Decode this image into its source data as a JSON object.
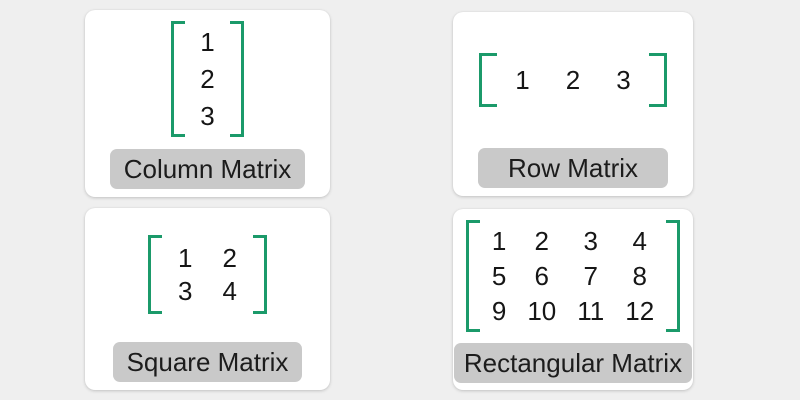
{
  "colors": {
    "page-bg": "#efefef",
    "card-bg": "#ffffff",
    "bracket": "#1b9a6a",
    "label-bg": "#c9c9c9",
    "label-text": "#1c1c1c",
    "number-text": "#161616"
  },
  "cards": [
    {
      "label": "Column Matrix",
      "rows": [
        [
          "1"
        ],
        [
          "2"
        ],
        [
          "3"
        ]
      ]
    },
    {
      "label": "Row Matrix",
      "rows": [
        [
          "1",
          "2",
          "3"
        ]
      ]
    },
    {
      "label": "Square Matrix",
      "rows": [
        [
          "1",
          "2"
        ],
        [
          "3",
          "4"
        ]
      ]
    },
    {
      "label": "Rectangular Matrix",
      "rows": [
        [
          "1",
          "2",
          "3",
          "4"
        ],
        [
          "5",
          "6",
          "7",
          "8"
        ],
        [
          "9",
          "10",
          "11",
          "12"
        ]
      ]
    }
  ]
}
